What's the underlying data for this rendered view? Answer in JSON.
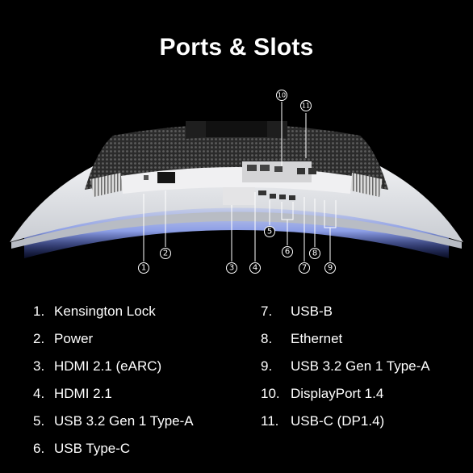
{
  "title": "Ports & Slots",
  "callouts": [
    "1",
    "2",
    "3",
    "4",
    "5",
    "6",
    "7",
    "8",
    "9",
    "10",
    "11"
  ],
  "legend_left": [
    {
      "num": "1.",
      "label": "Kensington Lock"
    },
    {
      "num": "2.",
      "label": "Power"
    },
    {
      "num": "3.",
      "label": "HDMI 2.1 (eARC)"
    },
    {
      "num": "4.",
      "label": "HDMI 2.1"
    },
    {
      "num": "5.",
      "label": "USB 3.2 Gen 1 Type-A"
    },
    {
      "num": "6.",
      "label": "USB Type-C"
    }
  ],
  "legend_right": [
    {
      "num": "7.",
      "label": "USB-B"
    },
    {
      "num": "8.",
      "label": "Ethernet"
    },
    {
      "num": "9.",
      "label": "USB 3.2 Gen 1 Type-A"
    },
    {
      "num": "10.",
      "label": "DisplayPort 1.4"
    },
    {
      "num": "11.",
      "label": "USB-C (DP1.4)"
    }
  ],
  "colors": {
    "background": "#000000",
    "text": "#ffffff",
    "bezel": "#e9eaec",
    "backlight": "#8fa6ff",
    "mesh": "#3a3a3a"
  }
}
